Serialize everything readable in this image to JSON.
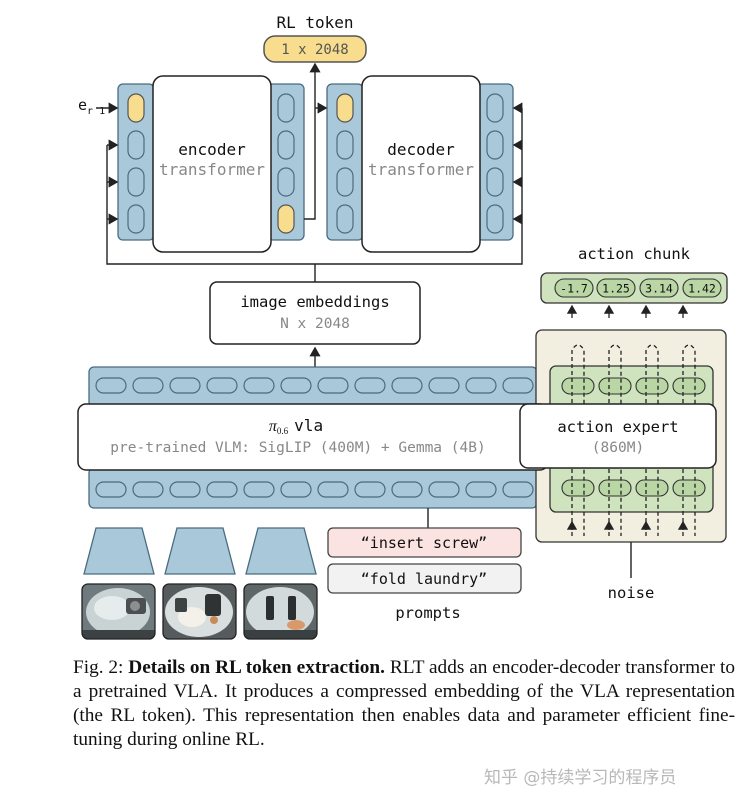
{
  "rl_token": {
    "title": "RL token",
    "dim": "1 x 2048"
  },
  "encoder_input_label": {
    "base": "e",
    "sub": "r 1"
  },
  "encoder": {
    "line1": "encoder",
    "line2": "transformer"
  },
  "decoder": {
    "line1": "decoder",
    "line2": "transformer"
  },
  "image_embeddings": {
    "line1": "image embeddings",
    "line2": "N x 2048"
  },
  "vla": {
    "pi": "π",
    "pi_sub": "0.6",
    "name": "vla",
    "description": "pre-trained VLM: SigLIP (400M) + Gemma (4B)"
  },
  "action_chunk": {
    "title": "action chunk",
    "values": [
      "-1.7",
      "1.25",
      "3.14",
      "1.42"
    ]
  },
  "action_expert": {
    "line1": "action expert",
    "line2": "(860M)"
  },
  "noise_label": "noise",
  "prompts": {
    "items": [
      "“insert screw”",
      "“fold laundry”"
    ],
    "label": "prompts"
  },
  "caption": {
    "fig": "Fig. 2: ",
    "bold": "Details on RL token extraction.",
    "text": " RLT adds an encoder-decoder transformer to a pretrained VLA. It produces a compressed embedding of the VLA representation (the RL token). This representation then enables data and parameter efficient fine-tuning during online RL."
  },
  "watermark": "知乎 @持续学习的程序员",
  "colors": {
    "blue": "#a9c8d9",
    "blue_stroke": "#4a6c80",
    "yellow": "#f7dd8d",
    "green": "#cfe3bf",
    "green_dark": "#b9d6a4",
    "cream": "#f3efe0",
    "pink": "#fbe3e1",
    "gray_text": "#888888"
  }
}
